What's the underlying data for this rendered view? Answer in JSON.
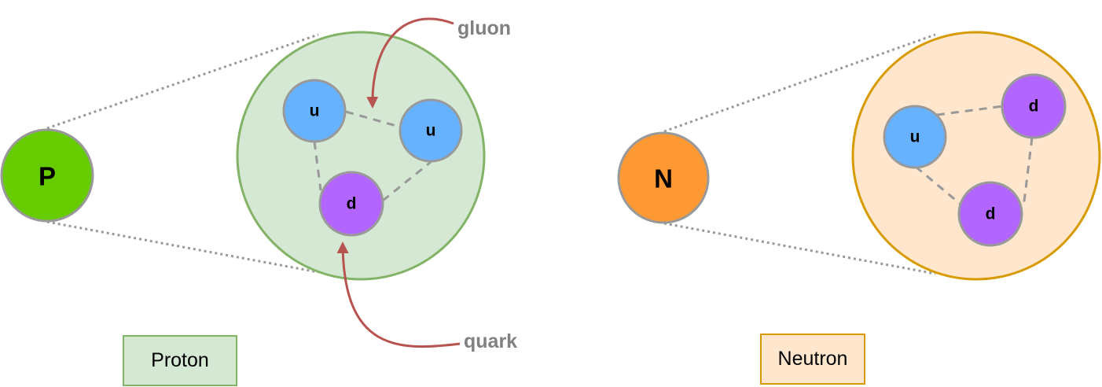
{
  "proton": {
    "symbol": "P",
    "caption": "Proton",
    "quarks": [
      "u",
      "u",
      "d"
    ]
  },
  "neutron": {
    "symbol": "N",
    "caption": "Neutron",
    "quarks": [
      "u",
      "d",
      "d"
    ]
  },
  "labels": {
    "gluon": "gluon",
    "quark": "quark"
  },
  "colors": {
    "proton_fill": "#66CC00",
    "proton_zoom_fill": "#D5E8D4",
    "proton_zoom_stroke": "#82B366",
    "neutron_fill": "#FF9933",
    "neutron_zoom_fill": "#FFE6CC",
    "neutron_zoom_stroke": "#D79B00",
    "up_quark": "#66B2FF",
    "down_quark": "#B266FF",
    "node_stroke": "#999999",
    "annotation_arrow": "#B85450",
    "annotation_text": "#808080"
  }
}
